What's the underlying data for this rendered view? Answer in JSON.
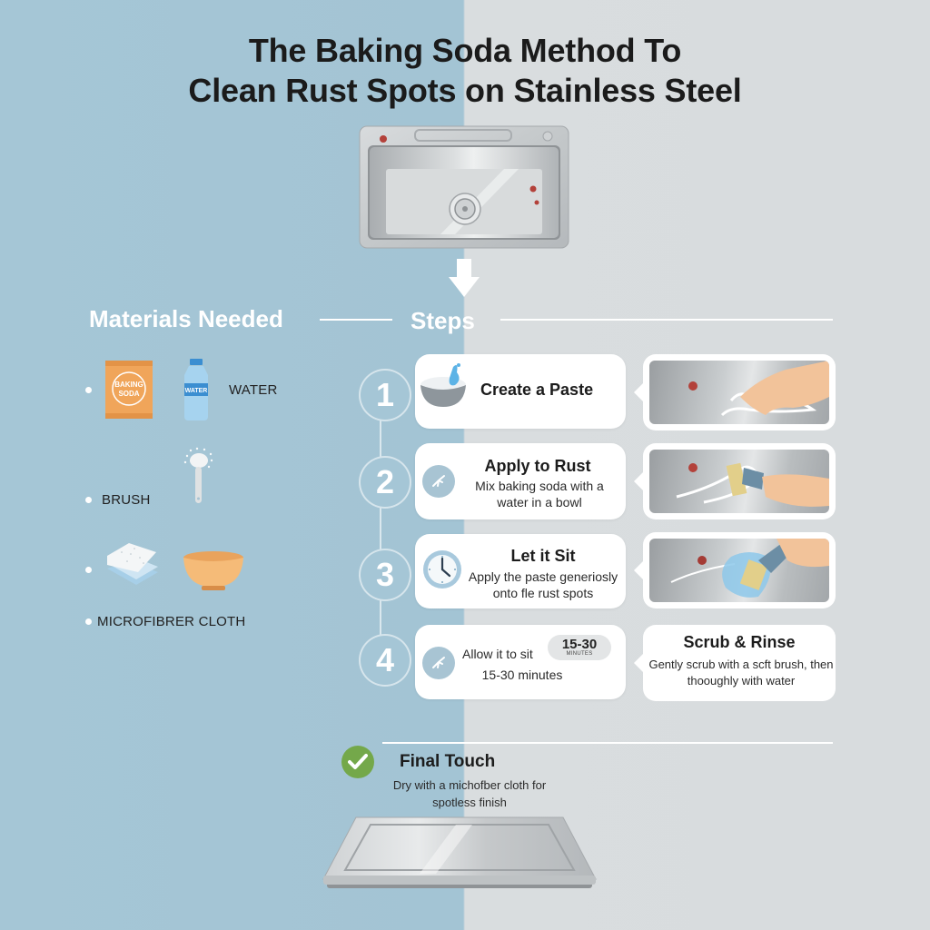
{
  "header": {
    "title_line1": "The Baking Soda Method To",
    "title_line2": "Clean Rust Spots on Stainless Steel"
  },
  "hero": {
    "image": "stainless-sink-with-rust-spots",
    "arrow": "down-arrow-icon"
  },
  "materials": {
    "heading": "Materials Needed",
    "items": [
      {
        "icon": "baking-soda-bag-icon",
        "icon_text": [
          "BAKING",
          "SODA"
        ],
        "label": ""
      },
      {
        "icon": "water-bottle-icon",
        "icon_text": [
          "WATER"
        ],
        "label": "WATER"
      },
      {
        "icon": "brush-icon",
        "label": "BRUSH"
      },
      {
        "icon": "sponge-icon",
        "label": ""
      },
      {
        "icon": "bowl-icon",
        "label": ""
      },
      {
        "icon": "",
        "label": "MICROFIBRER CLOTH"
      }
    ]
  },
  "steps": {
    "heading": "Steps",
    "items": [
      {
        "number": "1",
        "icon": "bowl-paste-icon",
        "title": "Create a Paste",
        "desc": "",
        "image": "hand-spreading-paste"
      },
      {
        "number": "2",
        "icon": "sparkle-icon",
        "title": "Apply to Rust",
        "desc": "Mix baking soda with a water in a bowl",
        "image": "brush-applying-paste"
      },
      {
        "number": "3",
        "icon": "clock-icon",
        "title": "Let it Sit",
        "desc": "Apply the paste generiosly onto fle rust spots",
        "image": "brush-scrubbing-water"
      },
      {
        "number": "4",
        "icon": "sparkle-icon",
        "title": "",
        "desc_line1": "Allow it to sit",
        "desc_line2": "15-30 minutes",
        "badge_value": "15-30",
        "badge_unit": "MINUTES"
      }
    ],
    "scrub_rinse": {
      "title": "Scrub & Rinse",
      "desc": "Gently scrub with a scft brush, then thooughly with water"
    }
  },
  "final": {
    "icon": "check-circle-icon",
    "title": "Final Touch",
    "desc": "Dry with a michofber cloth for spotless finish",
    "image": "clean-stainless-tray"
  },
  "colors": {
    "left_bg": "#a5c6d6",
    "right_bg": "#d9dddf",
    "check_green": "#74a84a",
    "rust": "#b3413a",
    "bag_orange": "#f0a55a"
  }
}
